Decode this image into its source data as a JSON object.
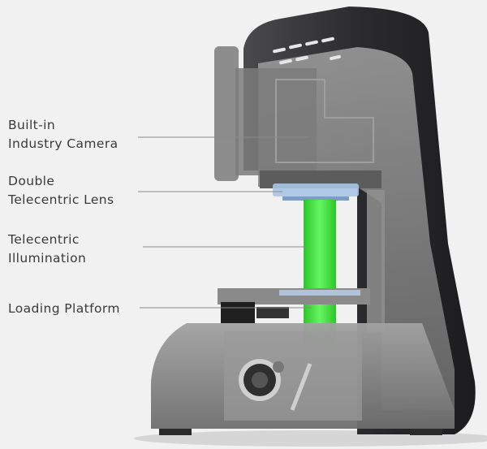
{
  "labels": {
    "camera": {
      "line1": "Built-in",
      "line2": "Industry Camera"
    },
    "lens": {
      "line1": "Double",
      "line2": "Telecentric Lens"
    },
    "illumination": {
      "line1": "Telecentric",
      "line2": "Illumination"
    },
    "platform": {
      "line1": "Loading Platform"
    }
  },
  "colors": {
    "background": "#f1f1f1",
    "body_dark": "#2b2b2e",
    "body_grey": "#6a6a6a",
    "glass": "#8c8c8c",
    "beam_green": "#3ee83a",
    "lens_blue": "#a9c4e6",
    "leader_line": "#8a8a8a"
  }
}
